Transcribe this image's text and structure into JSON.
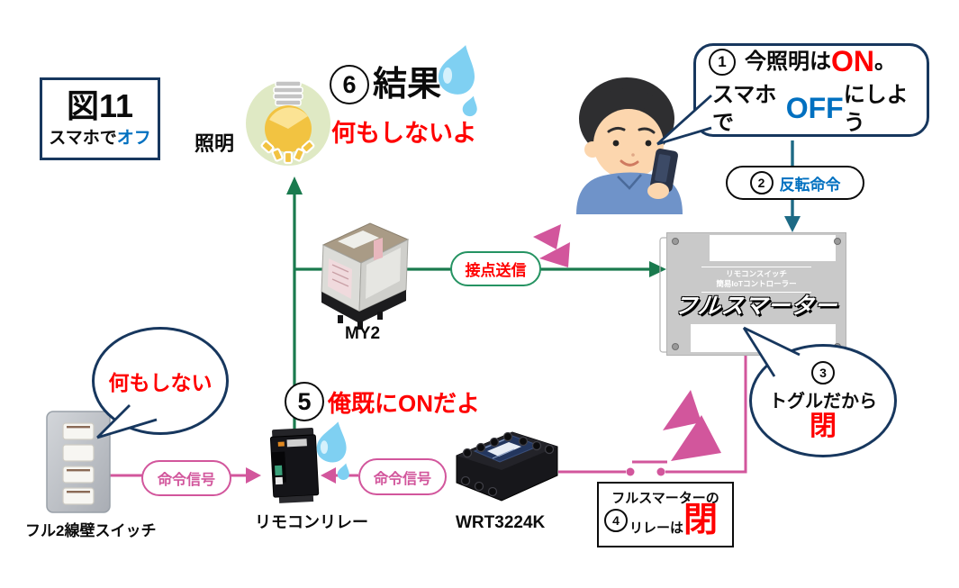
{
  "colors": {
    "red": "#ff0000",
    "blue": "#0070c0",
    "green": "#1a7a4e",
    "pink": "#d2569c",
    "teal": "#1d6a85",
    "navy": "#17375e",
    "device_gray": "#c9c9c9"
  },
  "figure_box": {
    "title": "図11",
    "subtitle_black": "スマホで",
    "subtitle_blue": "オフ"
  },
  "lighting_label": "照明",
  "result": {
    "number": "6",
    "title": "結果",
    "message": "何もしないよ"
  },
  "user_bubble": {
    "number": "1",
    "line1_prefix": "今照明は",
    "line1_state": "ON",
    "line1_suffix": "。",
    "line2_prefix": "スマホで",
    "line2_state": "OFF",
    "line2_suffix": "にしよう"
  },
  "invert_pill": {
    "number": "2",
    "label": "反転命令"
  },
  "controller": {
    "sub_line1": "リモコンスイッチ",
    "sub_line2": "簡易IoTコントローラー",
    "logo": "フルスマーター"
  },
  "toggle_bubble": {
    "number": "3",
    "line": "トグルだから",
    "state": "閉"
  },
  "contact_pill": {
    "label": "接点送信"
  },
  "my2_label": "MY2",
  "already_on": {
    "number": "5",
    "message": "俺既にONだよ"
  },
  "nothing_bubble": {
    "message": "何もしない"
  },
  "wall_switch_label": "フル2線壁スイッチ",
  "command_pill_left": {
    "label": "命令信号"
  },
  "command_pill_right": {
    "label": "命令信号"
  },
  "remote_relay_label": "リモコンリレー",
  "wrt_label": "WRT3224K",
  "relay_state_box": {
    "number": "4",
    "line1": "フルスマーターの",
    "line2_prefix": "リレーは",
    "state": "閉"
  }
}
